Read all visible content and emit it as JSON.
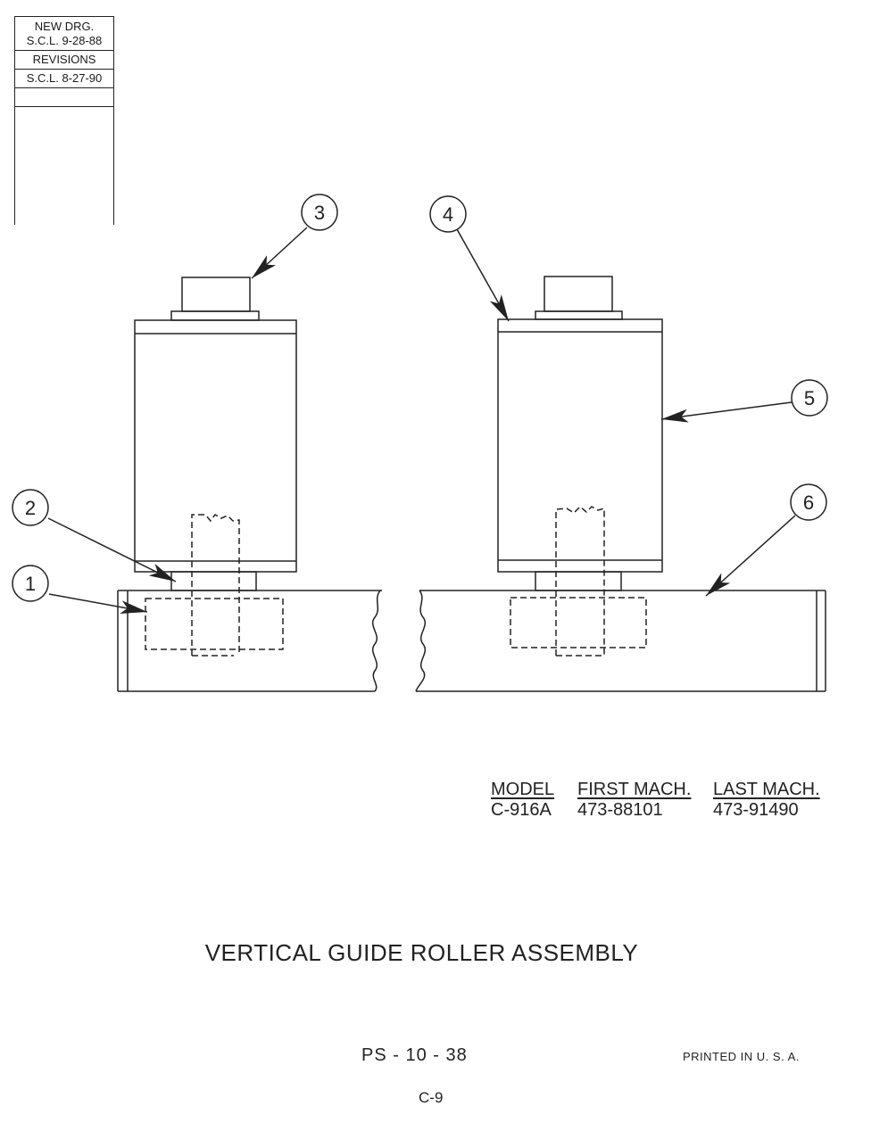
{
  "revision_block": {
    "new_drawing_line1": "NEW DRG.",
    "new_drawing_line2": "S.C.L. 9-28-88",
    "revisions_label": "REVISIONS",
    "revision_1": "S.C.L. 8-27-90"
  },
  "callouts": [
    "1",
    "2",
    "3",
    "4",
    "5",
    "6"
  ],
  "machine_table": {
    "headers": {
      "model": "MODEL",
      "first": "FIRST MACH.",
      "last": "LAST MACH."
    },
    "row": {
      "model": "C-916A",
      "first": "473-88101",
      "last": "473-91490"
    }
  },
  "title": "VERTICAL GUIDE ROLLER ASSEMBLY",
  "drawing_number": "PS - 10 - 38",
  "printed": "PRINTED IN U. S. A.",
  "page_number": "C-9",
  "colors": {
    "ink": "#222222",
    "paper": "#ffffff"
  }
}
